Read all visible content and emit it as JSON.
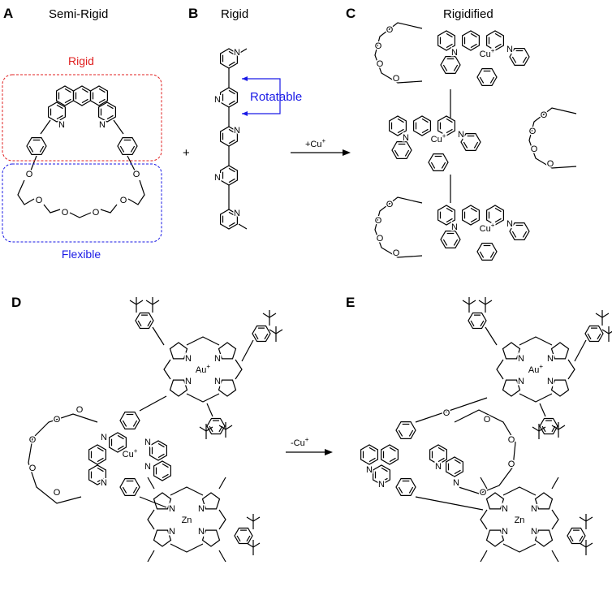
{
  "panels": {
    "A": {
      "letter": "A",
      "title": "Semi-Rigid",
      "box_rigid": "Rigid",
      "box_flexible": "Flexible",
      "rigid_color": "#e02020",
      "flexible_color": "#1a1ae6"
    },
    "B": {
      "letter": "B",
      "title": "Rigid",
      "rotatable": "Rotatable",
      "rotatable_color": "#1a1ae6"
    },
    "C": {
      "letter": "C",
      "title": "Rigidified"
    },
    "D": {
      "letter": "D"
    },
    "E": {
      "letter": "E"
    }
  },
  "labels": {
    "N": "N",
    "O": "O",
    "Cu": "Cu",
    "Au": "Au",
    "Zn": "Zn",
    "plus": "+",
    "plus_sign": "+",
    "arrow_add": "+Cu",
    "arrow_remove": "-Cu"
  },
  "icons": [
    "reaction-arrow-icon"
  ]
}
